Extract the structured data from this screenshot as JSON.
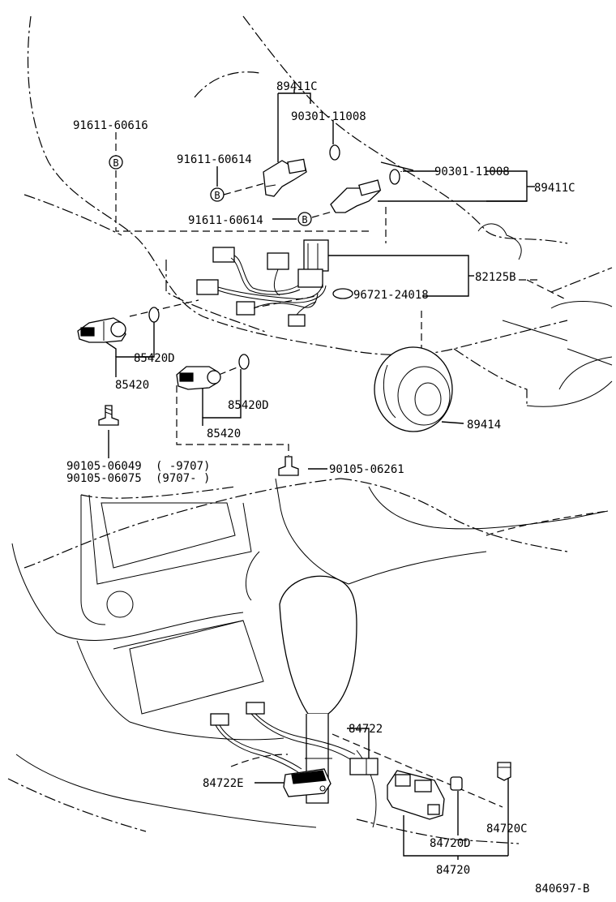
{
  "diagram": {
    "labels": {
      "p89411c_top": "89411C",
      "p90301_top": "90301-11008",
      "p91611_a": "91611-60616",
      "p91611_b": "91611-60614",
      "p91611_c": "91611-60614",
      "p90301_right": "90301-11008",
      "p89411c_right": "89411C",
      "p82125b": "82125B",
      "p96721": "96721-24018",
      "p85420d_a": "85420D",
      "p85420_a": "85420",
      "p85420d_b": "85420D",
      "p85420_b": "85420",
      "p89414": "89414",
      "p90105_a": "90105-06049",
      "p90105_a_range": "( -9707)",
      "p90105_b": "90105-06075",
      "p90105_b_range": "(9707- )",
      "p90105_c": "90105-06261",
      "p84722": "84722",
      "p84722e": "84722E",
      "p84720c": "84720C",
      "p84720d": "84720D",
      "p84720": "84720",
      "drawing_no": "840697-B"
    },
    "bolt_badge": "B",
    "icons": [
      "bolt-icon",
      "sensor-icon",
      "connector-icon",
      "switch-icon",
      "grommet-icon",
      "o-ring-icon",
      "screw-icon"
    ]
  }
}
